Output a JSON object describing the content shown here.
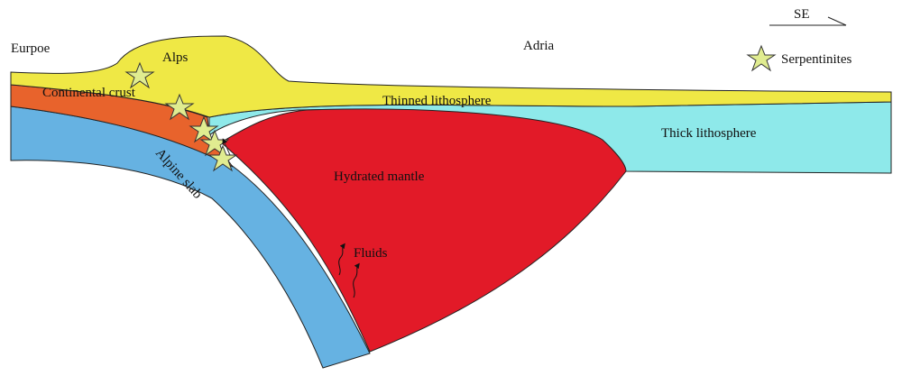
{
  "labels": {
    "europe": "Eurpoe",
    "adria": "Adria",
    "alps": "Alps",
    "continental_crust": "Continental crust",
    "thinned_lithosphere": "Thinned lithosphere",
    "thick_lithosphere": "Thick lithosphere",
    "alpine_slab": "Alpine slab",
    "hydrated_mantle": "Hydrated mantle",
    "fluids": "Fluids",
    "direction": "SE"
  },
  "legend": {
    "serpentinites": "Serpentinites",
    "symbol": "star-icon"
  },
  "colors": {
    "sediment_yellow": "#efe845",
    "continental_crust": "#e8632c",
    "alpine_slab": "#66b2e2",
    "hydrated_mantle": "#e21a28",
    "lithosphere": "#8ee9ea",
    "serpentinite_star": "#e0ec90"
  }
}
